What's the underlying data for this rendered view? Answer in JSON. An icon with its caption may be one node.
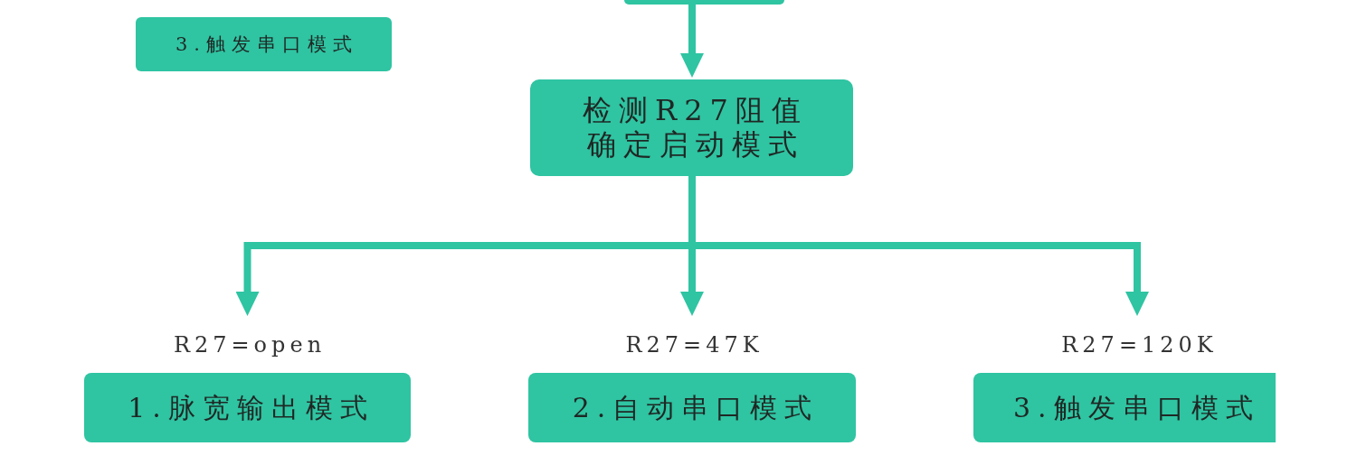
{
  "diagram": {
    "nodes": [
      {
        "text": [
          "3.触发串口模式"
        ]
      },
      {
        "text": [],
        "shape": "box"
      },
      {
        "text": [
          "检测R27阻值确定启动模式"
        ]
      },
      {
        "text": [
          "1.脉宽输出模式"
        ],
        "beside": [
          "R27=open"
        ]
      },
      {
        "text": [
          "2.自动串口模式"
        ],
        "beside": [
          "R27=47K"
        ]
      },
      {
        "text": [
          "3.触发串口模式"
        ],
        "beside": [
          "R27=120K"
        ]
      }
    ],
    "edges": [
      {
        "from": 1,
        "to": 2,
        "arrow": "to"
      },
      {
        "from": 2,
        "to": 3,
        "arrow": "to"
      },
      {
        "from": 2,
        "to": 4,
        "arrow": "to"
      },
      {
        "from": 2,
        "to": 5,
        "arrow": "to"
      }
    ]
  }
}
